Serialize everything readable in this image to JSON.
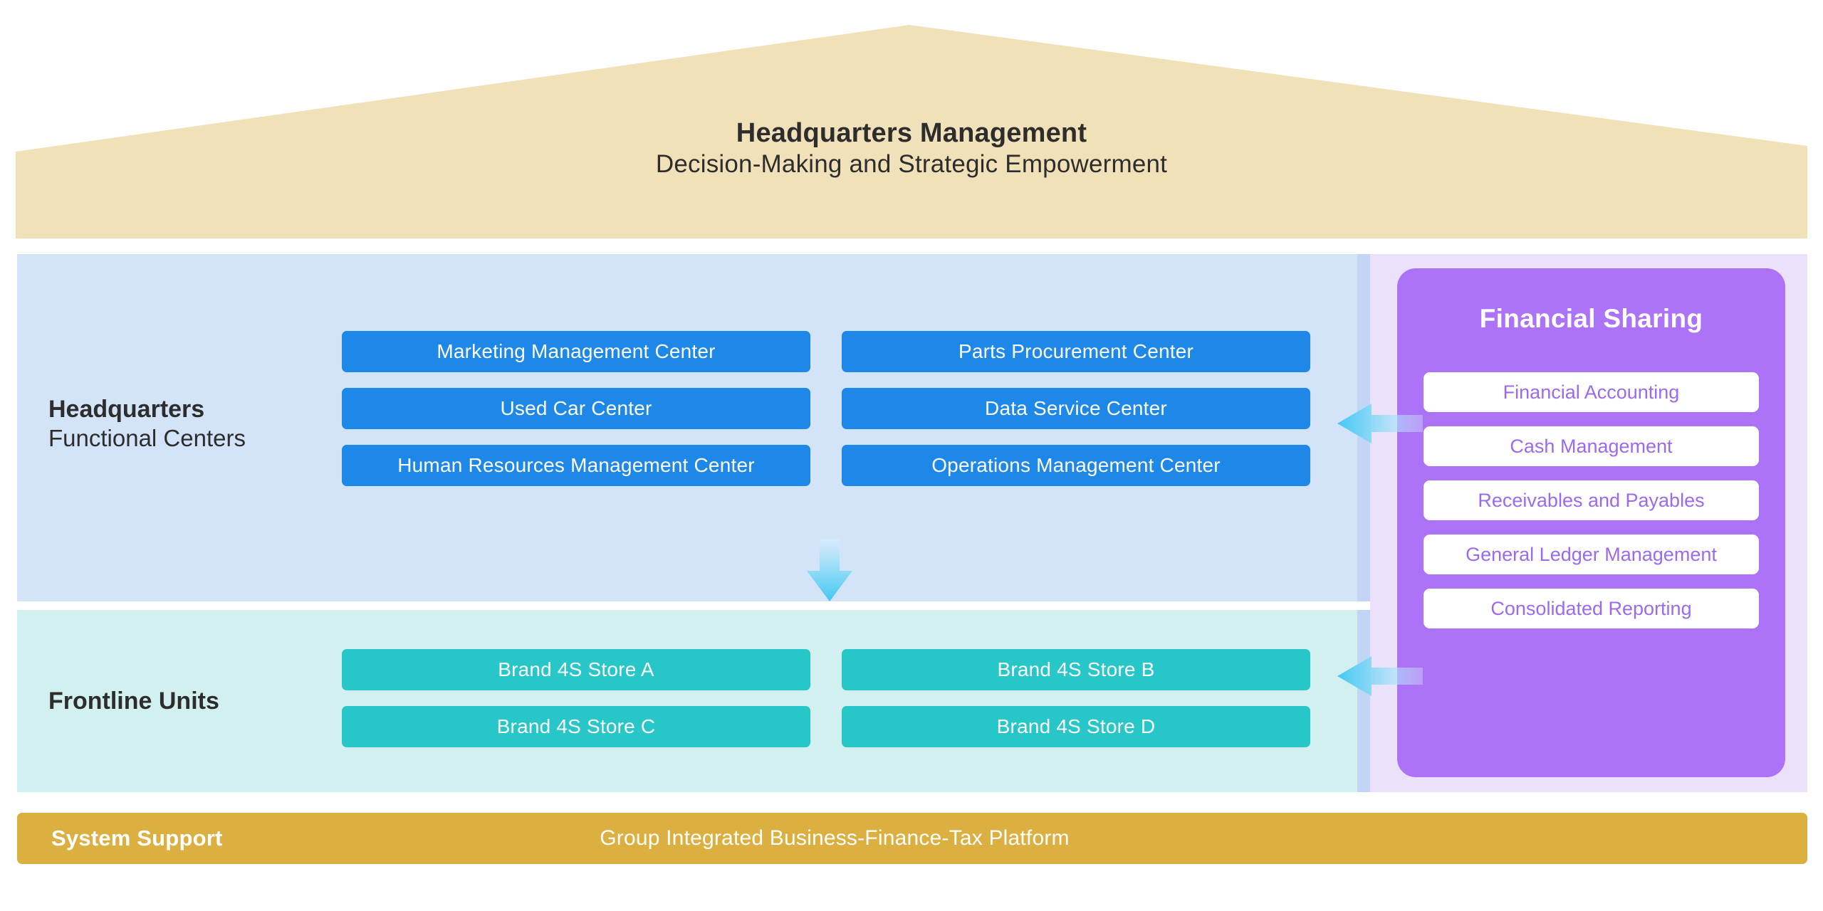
{
  "roof": {
    "title": "Headquarters Management",
    "subtitle": "Decision-Making and Strategic Empowerment",
    "fill_color": "#f0e1b9"
  },
  "headquarters": {
    "label_line1": "Headquarters",
    "label_line2": "Functional Centers",
    "panel_color": "#d3e4f9",
    "item_color": "#1e88e8",
    "items": [
      "Marketing Management Center",
      "Parts Procurement Center",
      "Used Car Center",
      "Data Service Center",
      "Human Resources Management Center",
      "Operations Management Center"
    ]
  },
  "frontline": {
    "label": "Frontline Units",
    "panel_color": "#d2f0ef",
    "item_color": "#27c6c9",
    "items": [
      "Brand 4S Store A",
      "Brand 4S Store B",
      "Brand 4S Store C",
      "Brand 4S Store D"
    ]
  },
  "financial_sharing": {
    "title": "Financial Sharing",
    "card_color": "#ac72f7",
    "backdrop_color": "#ece1fb",
    "item_text_color": "#9c6af0",
    "items": [
      "Financial Accounting",
      "Cash Management",
      "Receivables and Payables",
      "General Ledger Management",
      "Consolidated Reporting"
    ]
  },
  "system_support": {
    "title": "System Support",
    "subtitle": "Group Integrated Business-Finance-Tax Platform",
    "bar_color": "#dcb040"
  },
  "arrows": {
    "down_arrow_color": "#5ecdf5",
    "left_arrow_color": "#5ecdf5"
  }
}
